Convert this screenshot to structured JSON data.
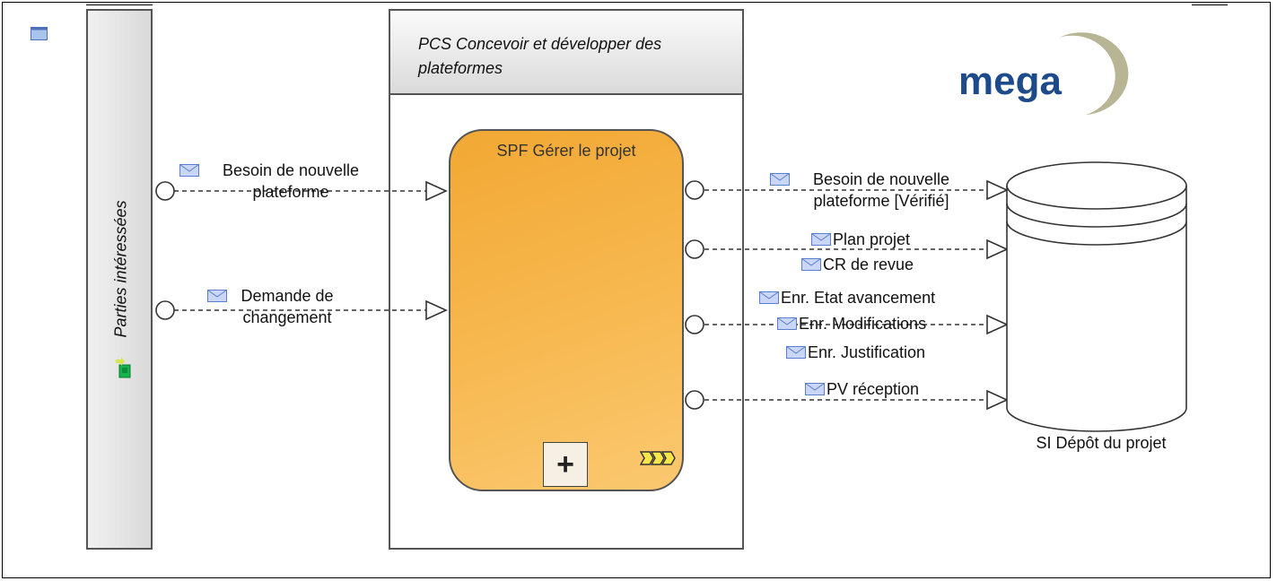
{
  "lane": {
    "label": "Parties intéressées",
    "icon": "user-green-icon"
  },
  "container": {
    "title": "PCS Concevoir et développer des plateformes",
    "icon": "window-icon"
  },
  "process": {
    "title": "SPF Gérer le projet",
    "subprocess_marker": "+",
    "icons": [
      "plus-icon",
      "flow-arrows-icon"
    ]
  },
  "inputs": {
    "need": "Besoin de nouvelle plateforme",
    "change": "Demande de changement"
  },
  "outputs": {
    "need_verified": "Besoin de nouvelle plateforme [Vérifié]",
    "plan": "Plan projet",
    "review": "CR de revue",
    "progress": "Enr. Etat avancement",
    "modifications": "Enr. Modifications",
    "justification": "Enr. Justification",
    "reception": "PV réception"
  },
  "store": {
    "label": "SI Dépôt du projet"
  },
  "logo": {
    "text": "mega",
    "colors": {
      "text": "#1c4a8a",
      "swoosh": "#b8b594"
    }
  },
  "colors": {
    "process_fill": "#f6b446",
    "message_icon": "#5b7ed1",
    "wire": "#333333"
  }
}
